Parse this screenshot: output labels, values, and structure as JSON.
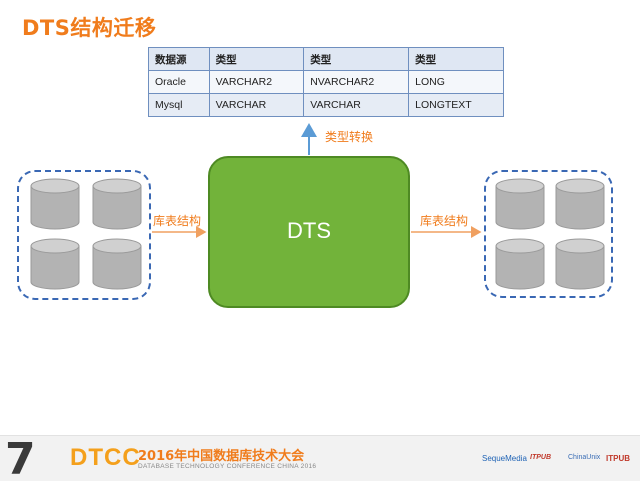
{
  "slide": {
    "title": "DTS结构迁移"
  },
  "type_table": {
    "headers": [
      "数据源",
      "类型",
      "类型",
      "类型"
    ],
    "rows": [
      [
        "Oracle",
        "VARCHAR2",
        "NVARCHAR2",
        "LONG"
      ],
      [
        "Mysql",
        "VARCHAR",
        "VARCHAR",
        "LONGTEXT"
      ]
    ]
  },
  "diagram": {
    "conversion_label": "类型转换",
    "center_label": "DTS",
    "left_flow_label": "库表结构",
    "right_flow_label": "库表结构",
    "colors": {
      "accent": "#f07c1c",
      "dts_fill": "#72b33a",
      "cluster_border": "#3a68b4",
      "cylinder": "#b3b3b3",
      "arrow": "#5b9bd5"
    }
  },
  "footer": {
    "number_mark": "7",
    "brand": "DTCC",
    "event_title": "2016年中国数据库技术大会",
    "event_subtitle": "DATABASE TECHNOLOGY CONFERENCE CHINA 2016",
    "sponsors": [
      "SequeMedia",
      "ITPUB",
      "ChinaUnix",
      "ITPUB"
    ]
  }
}
